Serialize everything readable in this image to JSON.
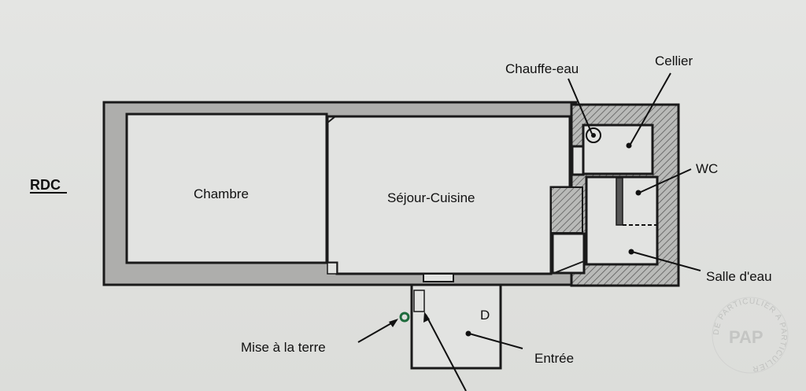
{
  "level_label": "RDC",
  "rooms": {
    "chambre": "Chambre",
    "sejour": "Séjour-Cuisine",
    "entree_letter": "D"
  },
  "callouts": {
    "chauffe_eau": "Chauffe-eau",
    "cellier": "Cellier",
    "wc": "WC",
    "salle_deau": "Salle d'eau",
    "mise_terre": "Mise à la terre",
    "entree": "Entrée"
  },
  "watermark": {
    "logo": "PAP",
    "ring_text": "DE PARTICULIER A PARTICULIER"
  }
}
